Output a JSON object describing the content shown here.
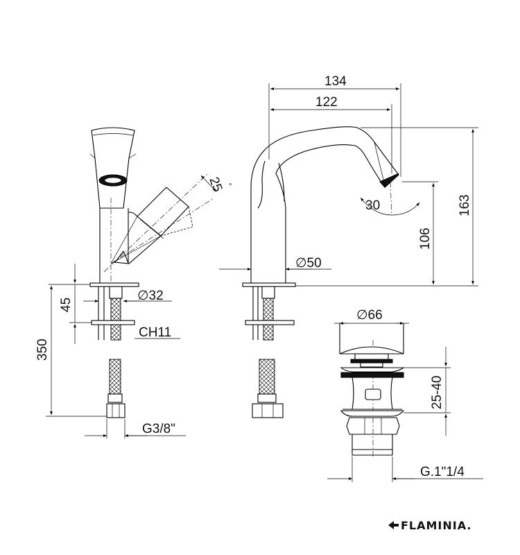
{
  "title": "Mixer technical drawing",
  "dimensions": {
    "spout_reach_total": "134",
    "spout_reach": "122",
    "total_height": "163",
    "spout_height": "106",
    "spout_angle": "30",
    "handle_angle": "25",
    "handle_angle_unit": "°",
    "base_diameter_spout": "∅50",
    "base_diameter_mixer": "∅32",
    "deck_thickness": "45",
    "hose_length": "350",
    "nut_size": "CH11",
    "hose_thread": "G3/8\"",
    "waste_cap_diameter": "∅66",
    "waste_deck_range": "25-40",
    "waste_thread": "G.1\"1/4"
  },
  "brand": "FLAMINIA."
}
